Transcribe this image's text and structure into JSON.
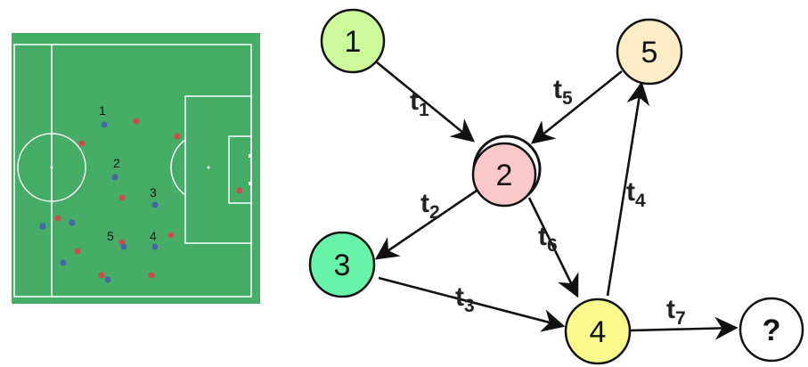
{
  "pitch": {
    "colors": {
      "grass": "#45ad66",
      "lines": "#ffffff",
      "team_a": "#d04b4b",
      "team_b": "#4466aa"
    },
    "player_labels": [
      "1",
      "2",
      "3",
      "4",
      "5"
    ]
  },
  "graph": {
    "nodes": [
      {
        "id": "n1",
        "label": "1",
        "color": "#cdfa9b"
      },
      {
        "id": "n2",
        "label": "2",
        "color": "#fac8c8"
      },
      {
        "id": "n3",
        "label": "3",
        "color": "#67f3a8"
      },
      {
        "id": "n4",
        "label": "4",
        "color": "#fafa8c"
      },
      {
        "id": "n5",
        "label": "5",
        "color": "#fcedc6"
      },
      {
        "id": "nq",
        "label": "?",
        "color": "#ffffff"
      }
    ],
    "edges": [
      {
        "label": "t",
        "sub": "1"
      },
      {
        "label": "t",
        "sub": "2"
      },
      {
        "label": "t",
        "sub": "3"
      },
      {
        "label": "t",
        "sub": "4"
      },
      {
        "label": "t",
        "sub": "5"
      },
      {
        "label": "t",
        "sub": "6"
      },
      {
        "label": "t",
        "sub": "7"
      }
    ]
  }
}
